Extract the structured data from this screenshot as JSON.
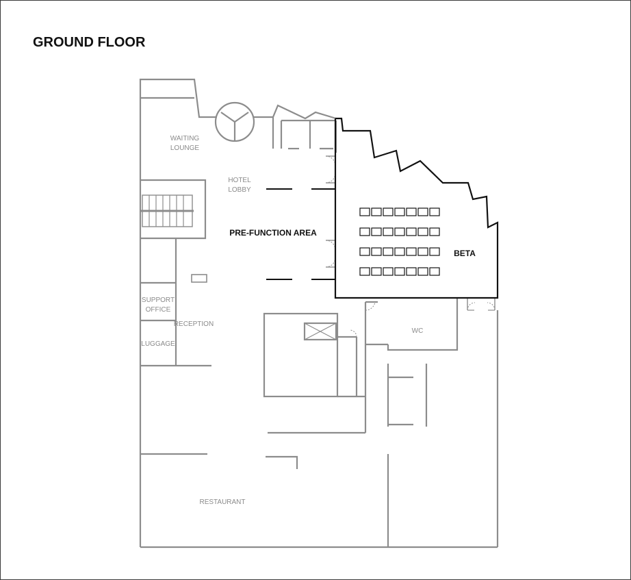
{
  "title": "GROUND FLOOR",
  "rooms": {
    "waiting_lounge": [
      "WAITING",
      "LOUNGE"
    ],
    "hotel_lobby": [
      "HOTEL",
      "LOBBY"
    ],
    "pre_function_area": "PRE-FUNCTION AREA",
    "beta": "BETA",
    "support_office": [
      "SUPPORT",
      "OFFICE"
    ],
    "reception": "RECEPTION",
    "luggage": "LUGGAGE",
    "wc": "WC",
    "restaurant": "RESTAURANT"
  },
  "beta_seating": {
    "rows": 4,
    "seats_per_row": 7
  },
  "colors": {
    "wall": "#8c8c8c",
    "beta_wall": "#111111",
    "text_muted": "#8a8a8a",
    "text_strong": "#111111"
  }
}
